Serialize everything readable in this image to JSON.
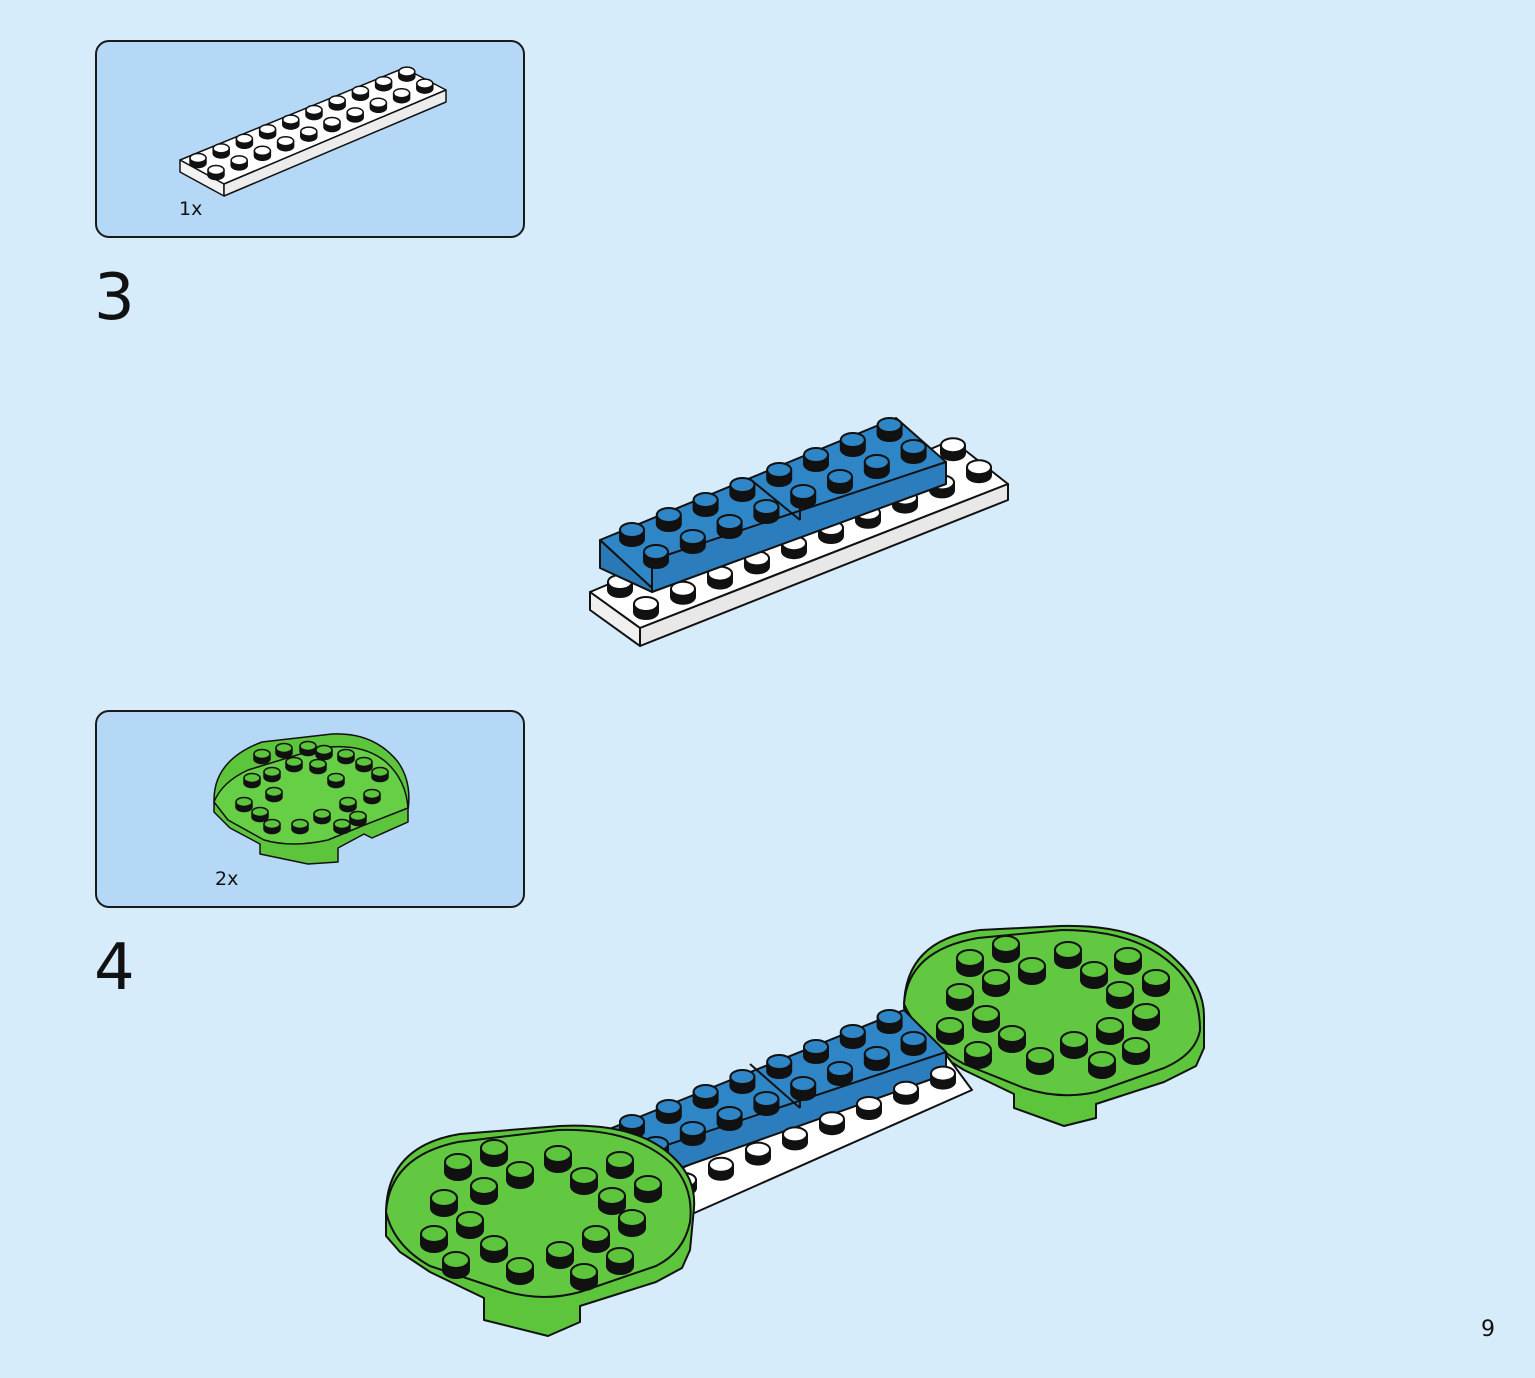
{
  "steps": [
    {
      "number": "3",
      "parts": [
        {
          "qty": "1x",
          "part": "white-plate-2x10",
          "color": "#ffffff"
        }
      ]
    },
    {
      "number": "4",
      "parts": [
        {
          "qty": "2x",
          "part": "green-round-corner-plate-6x6",
          "color": "#5cc53c"
        }
      ]
    }
  ],
  "colors": {
    "page_bg": "#d7ecfb",
    "parts_bg": "#b5d8f6",
    "blue_brick": "#2f86c6",
    "green_plate": "#5cc53c",
    "white_plate": "#ffffff"
  },
  "page": {
    "number": "9"
  }
}
